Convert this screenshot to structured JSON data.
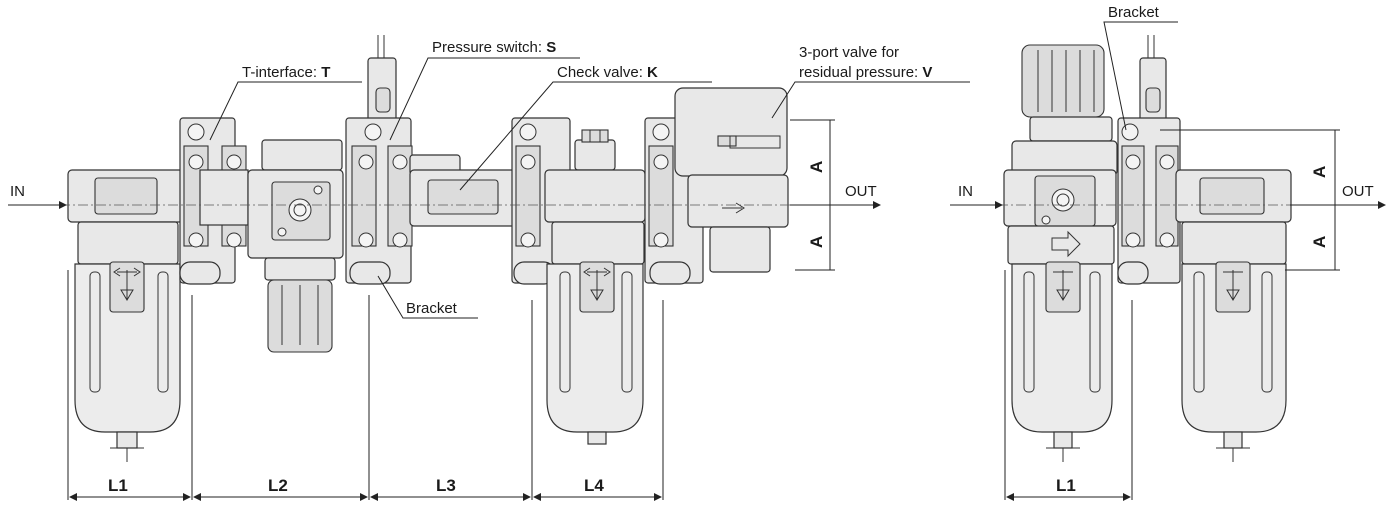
{
  "ports": {
    "in": "IN",
    "out": "OUT"
  },
  "labels": {
    "t_interface": {
      "text": "T-interface: ",
      "code": "T"
    },
    "pressure_switch": {
      "text": "Pressure switch: ",
      "code": "S"
    },
    "check_valve": {
      "text": "Check valve: ",
      "code": "K"
    },
    "three_port_line1": "3-port valve for",
    "three_port_line2": {
      "text": "residual pressure: ",
      "code": "V"
    },
    "bracket": "Bracket"
  },
  "dimensions": {
    "a": "A",
    "l1": "L1",
    "l2": "L2",
    "l3": "L3",
    "l4": "L4"
  },
  "colors": {
    "body": "#e8e8e8",
    "outline": "#333333"
  }
}
